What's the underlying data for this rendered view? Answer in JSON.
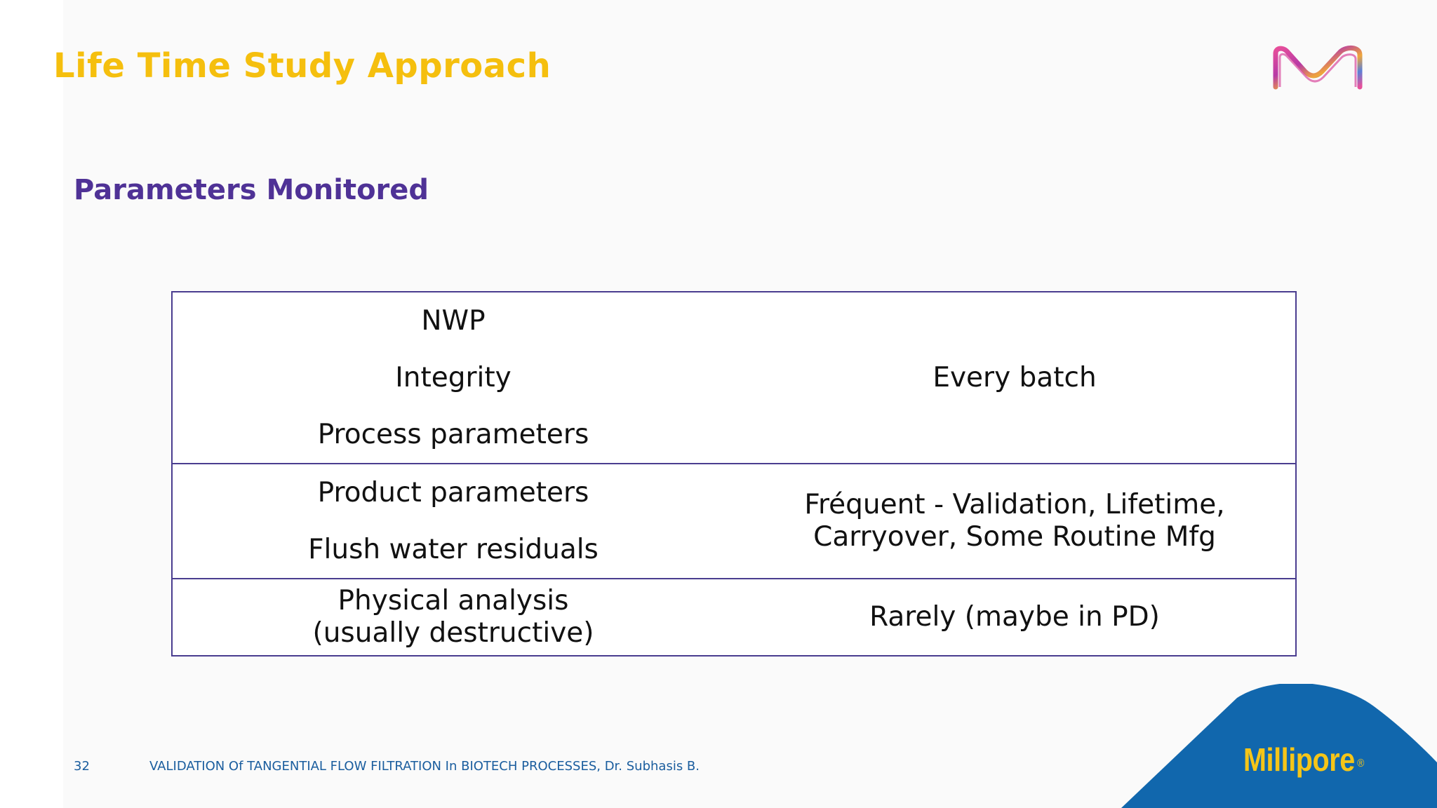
{
  "slide": {
    "title": "Life Time Study Approach",
    "section_heading": "Parameters Monitored"
  },
  "table": {
    "rows": [
      {
        "parameters": [
          "NWP",
          "Integrity",
          "Process parameters"
        ],
        "frequency": [
          "Every batch"
        ]
      },
      {
        "parameters": [
          "Product parameters",
          "Flush water residuals"
        ],
        "frequency": [
          "Fréquent - Validation, Lifetime,",
          "Carryover, Some Routine Mfg"
        ]
      },
      {
        "parameters": [
          "Physical analysis",
          "(usually destructive)"
        ],
        "frequency": [
          "Rarely (maybe in PD)"
        ]
      }
    ]
  },
  "footer": {
    "page_number": "32",
    "text": "VALIDATION Of TANGENTIAL FLOW FILTRATION In BIOTECH PROCESSES, Dr. Subhasis B."
  },
  "branding": {
    "name": "Millipore",
    "registered_mark": "®",
    "logo_icon": "merck-m-logo-icon"
  },
  "colors": {
    "title": "#f5bf0e",
    "heading": "#4f3296",
    "table_border": "#4a3d8f",
    "footer_text": "#1a5d9e",
    "brand_blue": "#1167ad",
    "brand_yellow": "#f5c518"
  }
}
